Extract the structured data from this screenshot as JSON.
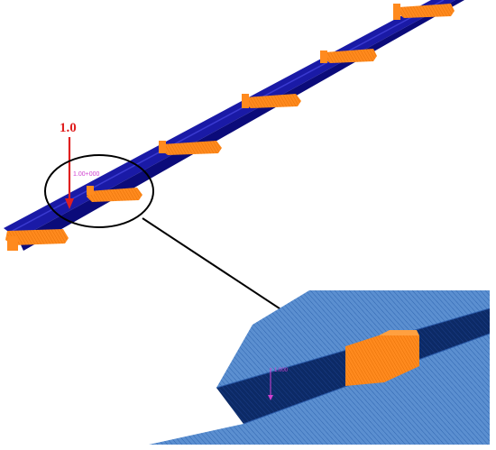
{
  "figure": {
    "load_label": "1.0",
    "node_label": "1.00+000",
    "zoom_node_label": "1.000"
  },
  "colors": {
    "beam": "#1a1aa6",
    "beam_dark": "#0b0b7a",
    "support": "#ff8a1e",
    "support_dark": "#e86f00",
    "load_arrow": "#e02020",
    "node_label": "#d040d0",
    "callout": "#000000",
    "zoom_light": "#5b8fd0",
    "zoom_dark": "#0c2a66",
    "zoom_mid": "#2a5aa8"
  }
}
